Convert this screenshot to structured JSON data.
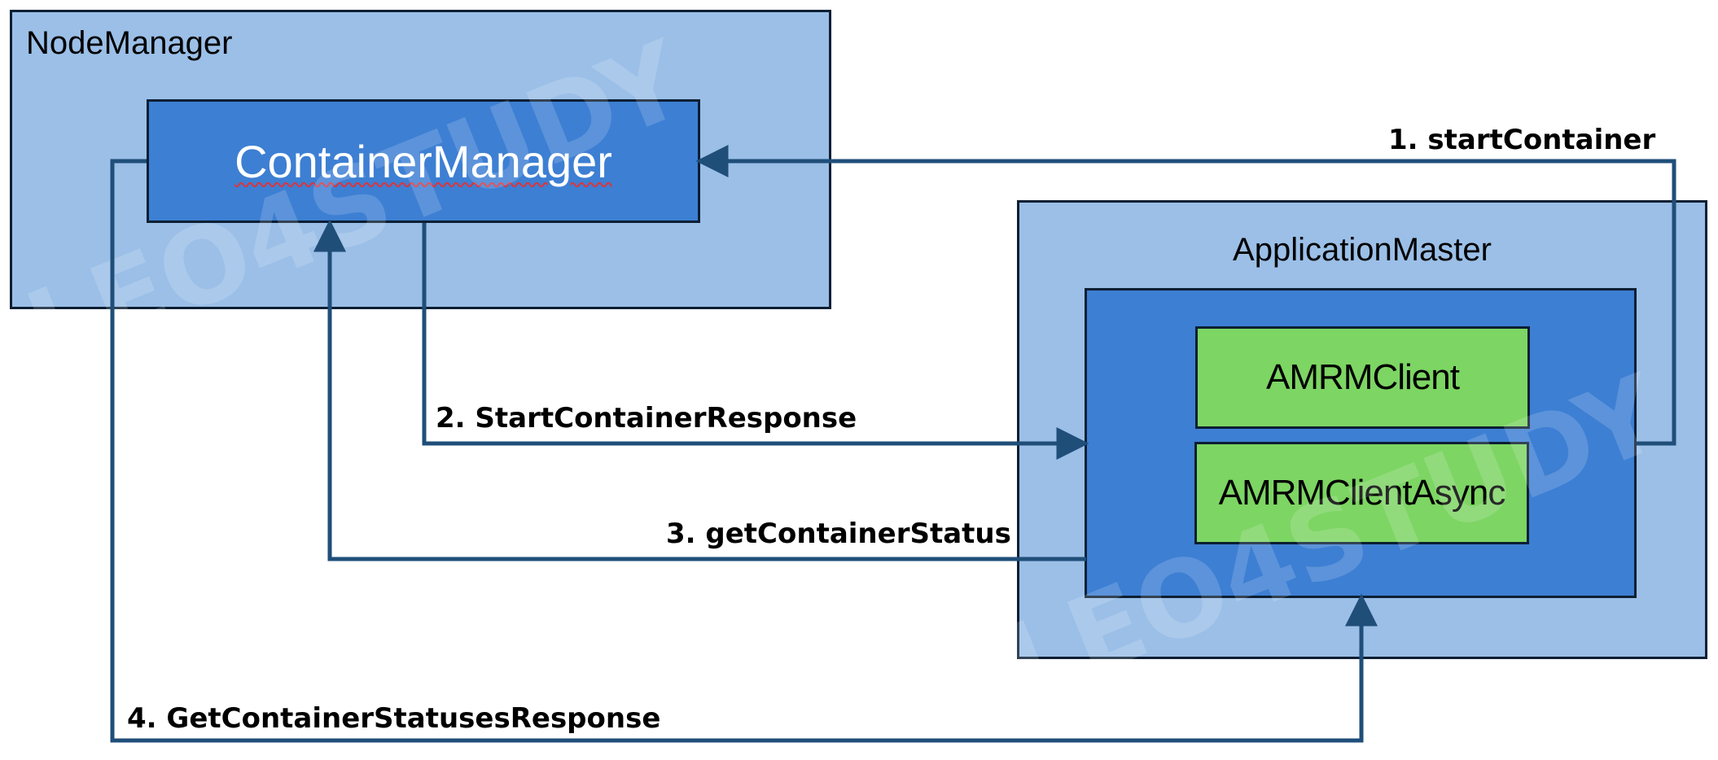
{
  "diagram": {
    "node_manager": {
      "label": "NodeManager",
      "container_manager": {
        "label": "ContainerManager"
      }
    },
    "application_master": {
      "label": "ApplicationMaster",
      "clients": [
        {
          "label": "AMRMClient"
        },
        {
          "label": "AMRMClientAsync"
        }
      ]
    },
    "arrows": [
      {
        "label": "1. startContainer",
        "from": "ApplicationMaster",
        "to": "ContainerManager"
      },
      {
        "label": "2. StartContainerResponse",
        "from": "ContainerManager",
        "to": "ApplicationMaster"
      },
      {
        "label": "3. getContainerStatus",
        "from": "ApplicationMaster",
        "to": "ContainerManager"
      },
      {
        "label": "4. GetContainerStatusesResponse",
        "from": "ContainerManager",
        "to": "ApplicationMaster"
      }
    ],
    "colors": {
      "outer_fill": "#9bbfe7",
      "inner_fill": "#3d7fd3",
      "client_fill": "#7dd563",
      "connector": "#1f4e79",
      "border": "#0d1f33"
    }
  }
}
